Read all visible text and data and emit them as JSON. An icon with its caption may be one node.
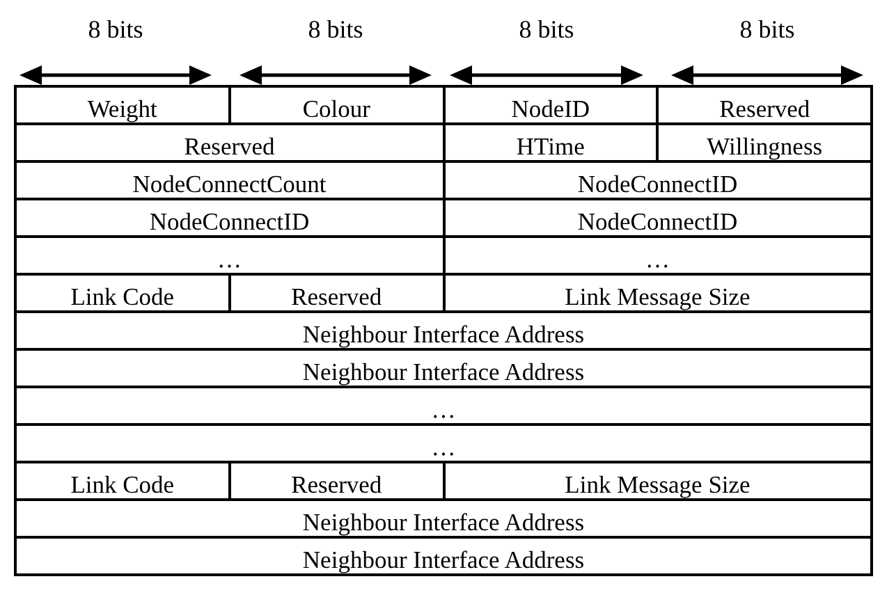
{
  "diagram": {
    "labels": [
      "8 bits",
      "8 bits",
      "8 bits",
      "8 bits",
      "Weight",
      "Colour",
      "NodeID",
      "Reserved",
      "Reserved",
      "HTime",
      "Willingness",
      "NodeConnectCount",
      "NodeConnectID",
      "NodeConnectID",
      "NodeConnectID",
      "…",
      "…",
      "Link Code",
      "Reserved",
      "Link Message Size",
      "Neighbour Interface Address",
      "Neighbour Interface Address",
      "…",
      "…",
      "Link Code",
      "Reserved",
      "Link Message Size",
      "Neighbour Interface Address",
      "Neighbour Interface Address"
    ]
  }
}
